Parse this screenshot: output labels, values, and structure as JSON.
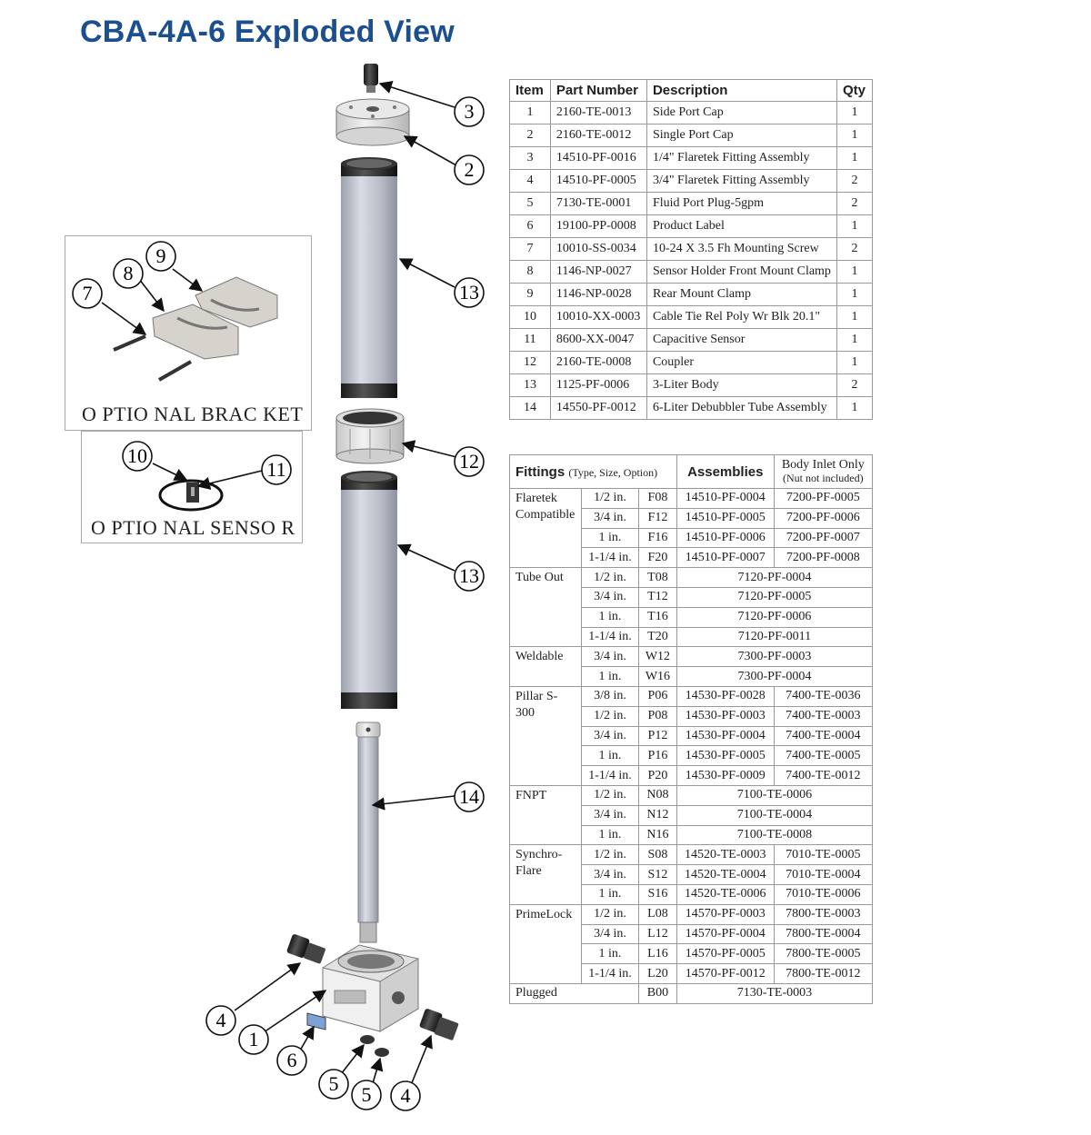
{
  "title": "CBA-4A-6 Exploded View",
  "optional_bracket_label": "O PTIO NAL BRAC KET",
  "optional_sensor_label": "O PTIO NAL SENSO R",
  "callouts": [
    "3",
    "2",
    "13",
    "7",
    "8",
    "9",
    "12",
    "10",
    "11",
    "13",
    "14",
    "4",
    "1",
    "6",
    "5",
    "5",
    "4"
  ],
  "parts_table": {
    "headers": [
      "Item",
      "Part Number",
      "Description",
      "Qty"
    ],
    "rows": [
      [
        "1",
        "2160-TE-0013",
        "Side Port Cap",
        "1"
      ],
      [
        "2",
        "2160-TE-0012",
        "Single Port Cap",
        "1"
      ],
      [
        "3",
        "14510-PF-0016",
        "1/4\" Flaretek Fitting Assembly",
        "1"
      ],
      [
        "4",
        "14510-PF-0005",
        "3/4\" Flaretek Fitting Assembly",
        "2"
      ],
      [
        "5",
        "7130-TE-0001",
        "Fluid Port Plug-5gpm",
        "2"
      ],
      [
        "6",
        "19100-PP-0008",
        "Product Label",
        "1"
      ],
      [
        "7",
        "10010-SS-0034",
        "10-24 X 3.5 Fh Mounting Screw",
        "2"
      ],
      [
        "8",
        "1146-NP-0027",
        "Sensor Holder Front Mount Clamp",
        "1"
      ],
      [
        "9",
        "1146-NP-0028",
        "Rear Mount Clamp",
        "1"
      ],
      [
        "10",
        "10010-XX-0003",
        "Cable Tie Rel Poly Wr Blk 20.1\"",
        "1"
      ],
      [
        "11",
        "8600-XX-0047",
        "Capacitive Sensor",
        "1"
      ],
      [
        "12",
        "2160-TE-0008",
        "Coupler",
        "1"
      ],
      [
        "13",
        "1125-PF-0006",
        "3-Liter Body",
        "2"
      ],
      [
        "14",
        "14550-PF-0012",
        "6-Liter Debubbler Tube Assembly",
        "1"
      ]
    ]
  },
  "fittings_table": {
    "header_fittings": "Fittings",
    "header_fittings_note": "(Type, Size, Option)",
    "header_assemblies": "Assemblies",
    "header_body": "Body Inlet Only",
    "header_body_note": "(Nut not included)",
    "groups": [
      {
        "name": "Flaretek Compatible",
        "rows": [
          [
            "1/2 in.",
            "F08",
            "14510-PF-0004",
            "7200-PF-0005"
          ],
          [
            "3/4 in.",
            "F12",
            "14510-PF-0005",
            "7200-PF-0006"
          ],
          [
            "1 in.",
            "F16",
            "14510-PF-0006",
            "7200-PF-0007"
          ],
          [
            "1-1/4 in.",
            "F20",
            "14510-PF-0007",
            "7200-PF-0008"
          ]
        ]
      },
      {
        "name": "Tube Out",
        "rows": [
          [
            "1/2 in.",
            "T08",
            "7120-PF-0004",
            ""
          ],
          [
            "3/4 in.",
            "T12",
            "7120-PF-0005",
            ""
          ],
          [
            "1 in.",
            "T16",
            "7120-PF-0006",
            ""
          ],
          [
            "1-1/4 in.",
            "T20",
            "7120-PF-0011",
            ""
          ]
        ]
      },
      {
        "name": "Weldable",
        "rows": [
          [
            "3/4 in.",
            "W12",
            "7300-PF-0003",
            ""
          ],
          [
            "1 in.",
            "W16",
            "7300-PF-0004",
            ""
          ]
        ]
      },
      {
        "name": "Pillar S-300",
        "rows": [
          [
            "3/8 in.",
            "P06",
            "14530-PF-0028",
            "7400-TE-0036"
          ],
          [
            "1/2 in.",
            "P08",
            "14530-PF-0003",
            "7400-TE-0003"
          ],
          [
            "3/4 in.",
            "P12",
            "14530-PF-0004",
            "7400-TE-0004"
          ],
          [
            "1 in.",
            "P16",
            "14530-PF-0005",
            "7400-TE-0005"
          ],
          [
            "1-1/4 in.",
            "P20",
            "14530-PF-0009",
            "7400-TE-0012"
          ]
        ]
      },
      {
        "name": "FNPT",
        "rows": [
          [
            "1/2 in.",
            "N08",
            "7100-TE-0006",
            ""
          ],
          [
            "3/4 in.",
            "N12",
            "7100-TE-0004",
            ""
          ],
          [
            "1 in.",
            "N16",
            "7100-TE-0008",
            ""
          ]
        ]
      },
      {
        "name": "Synchro- Flare",
        "rows": [
          [
            "1/2 in.",
            "S08",
            "14520-TE-0003",
            "7010-TE-0005"
          ],
          [
            "3/4 in.",
            "S12",
            "14520-TE-0004",
            "7010-TE-0004"
          ],
          [
            "1 in.",
            "S16",
            "14520-TE-0006",
            "7010-TE-0006"
          ]
        ]
      },
      {
        "name": "PrimeLock",
        "rows": [
          [
            "1/2 in.",
            "L08",
            "14570-PF-0003",
            "7800-TE-0003"
          ],
          [
            "3/4 in.",
            "L12",
            "14570-PF-0004",
            "7800-TE-0004"
          ],
          [
            "1 in.",
            "L16",
            "14570-PF-0005",
            "7800-TE-0005"
          ],
          [
            "1-1/4 in.",
            "L20",
            "14570-PF-0012",
            "7800-TE-0012"
          ]
        ]
      }
    ],
    "plugged": {
      "name": "Plugged",
      "option": "B00",
      "assembly": "7130-TE-0003"
    }
  }
}
